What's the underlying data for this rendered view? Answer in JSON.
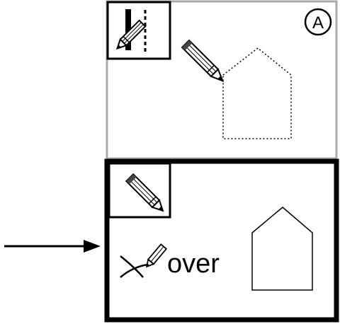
{
  "panel_a": {
    "label": "A",
    "tool_icon": "pencil-with-dashed-line-icon",
    "cursor_icon": "pencil-icon",
    "shape": "house-outline-dotted"
  },
  "panel_b": {
    "tool_icon": "pencil-icon",
    "stroke_label": "over",
    "stroke_icon": "cross-stroke-pencil-icon",
    "shape": "house-outline-solid",
    "pointer": "arrow-right-icon"
  },
  "colors": {
    "ink": "#000000",
    "panel_a_border": "#aaaaaa",
    "background": "#ffffff"
  }
}
